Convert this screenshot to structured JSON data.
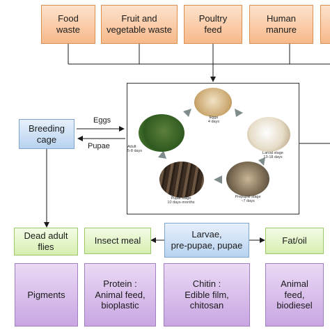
{
  "inputs": [
    {
      "label": "Food\nwaste"
    },
    {
      "label": "Fruit and\nvegetable waste"
    },
    {
      "label": "Poultry\nfeed"
    },
    {
      "label": "Human\nmanure"
    }
  ],
  "breeding_cage": "Breeding\ncage",
  "eggs_label": "Eggs",
  "pupae_label": "Pupae",
  "larvae_box": "Larvae,\npre-pupae, pupae",
  "products": {
    "dead_adult": "Dead adult\nflies",
    "insect_meal": "Insect meal",
    "fat_oil": "Fat/oil"
  },
  "uses": [
    {
      "label": "Pigments"
    },
    {
      "label": "Protein :\nAnimal feed,\nbioplastic"
    },
    {
      "label": "Chitin :\nEdible film,\nchitosan"
    },
    {
      "label": "Animal\nfeed,\nbiodiesel"
    }
  ],
  "life_cycle": {
    "eggs": {
      "name": "Eggs",
      "duration": "4 days"
    },
    "larval": {
      "name": "Larval stage",
      "duration": "13-18 days"
    },
    "prepupal": {
      "name": "Prepupal stage",
      "duration": "~7 days"
    },
    "pupal": {
      "name": "Pupal stage",
      "duration": "10 days-months"
    },
    "adult": {
      "name": "Adult",
      "duration": "5-8 days"
    }
  },
  "colors": {
    "orange": "#f7b98a",
    "blue": "#b8d3f0",
    "green": "#d6efb0",
    "purple": "#c9a6e3",
    "cycle_arrow": "#7f8c8d"
  }
}
